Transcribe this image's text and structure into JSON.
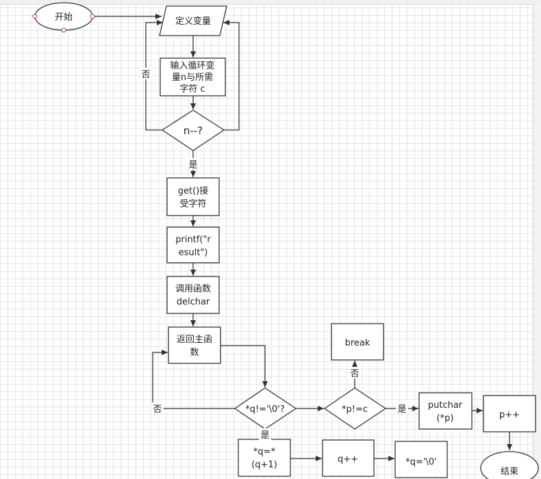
{
  "nodes": {
    "start": "开始",
    "define_vars": "定义变量",
    "input_loop_line1": "输入循环变",
    "input_loop_line2": "量n与所需",
    "input_loop_line3": "字符 c",
    "loop_cond": "n--?",
    "get_chars_line1": "get()接",
    "get_chars_line2": "受字符",
    "printf_line1": "printf(\"r",
    "printf_line2": "esult\")",
    "call_func_line1": "调用函数",
    "call_func_line2": "delchar",
    "return_main_line1": "返回主函",
    "return_main_line2": "数",
    "q_cond": "*q!='\\0'?",
    "p_cond": "*p!=c",
    "break": "break",
    "putchar_line1": "putchar",
    "putchar_line2": "(*p)",
    "p_inc": "p++",
    "q_assign_line1": "*q=*",
    "q_assign_line2": "(q+1)",
    "q_inc": "q++",
    "q_null": "*q='\\0'",
    "end": "结束"
  },
  "edge_labels": {
    "loop_no": "否",
    "loop_yes": "是",
    "q_no": "否",
    "q_yes": "是",
    "p_no": "否",
    "p_yes": "是"
  }
}
